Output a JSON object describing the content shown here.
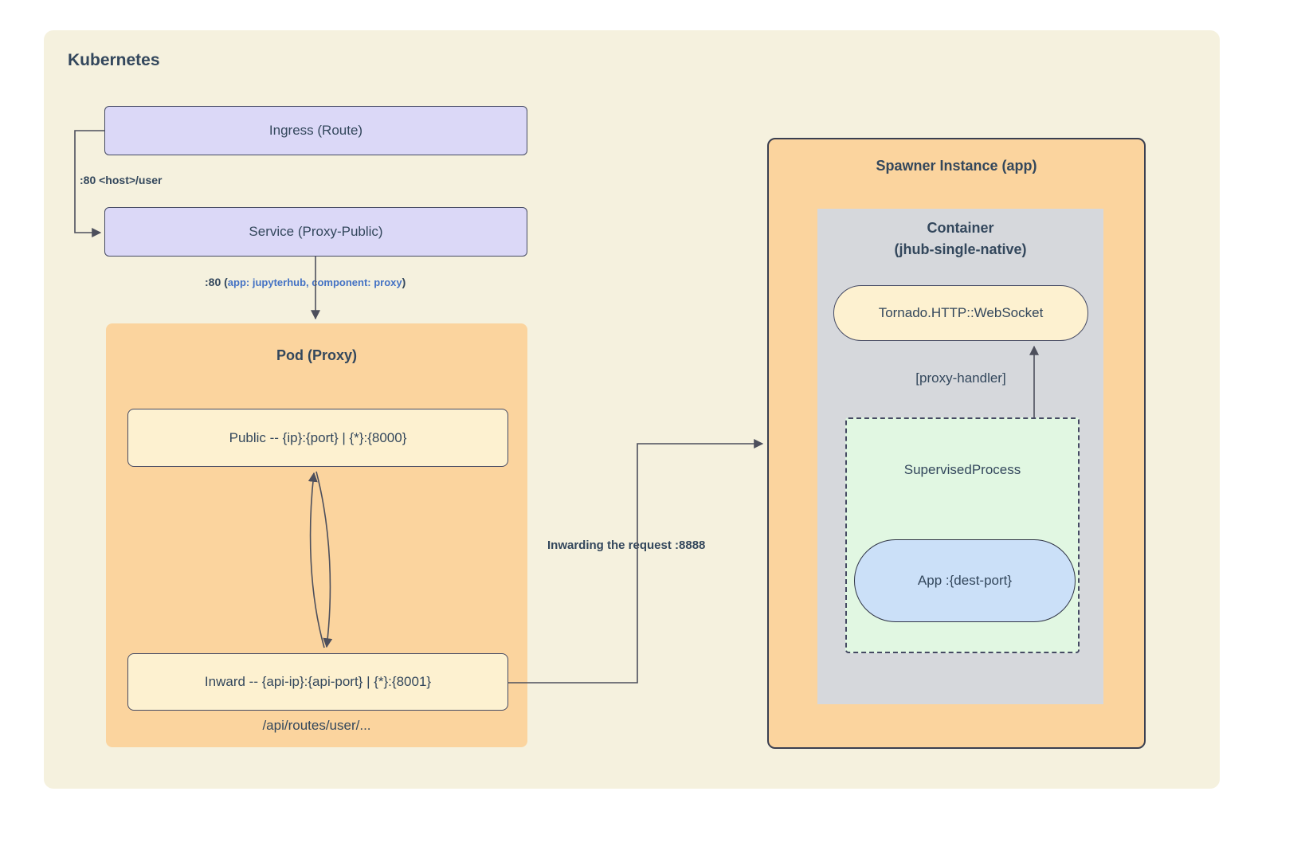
{
  "diagram": {
    "title": "Kubernetes",
    "nodes": {
      "ingress": "Ingress (Route)",
      "service": "Service (Proxy-Public)",
      "pod_title": "Pod (Proxy)",
      "public": "Public -- {ip}:{port} | {*}:{8000}",
      "inward": "Inward -- {api-ip}:{api-port} | {*}:{8001}",
      "routes_caption": "/api/routes/user/...",
      "spawner_title": "Spawner Instance (app)",
      "container_title_line1": "Container",
      "container_title_line2": "(jhub-single-native)",
      "websocket": "Tornado.HTTP::WebSocket",
      "proxy_handler": "[proxy-handler]",
      "supervised_process": "SupervisedProcess",
      "app": "App :{dest-port}"
    },
    "edges": {
      "ingress_to_service_label": ":80 <host>/user",
      "service_to_pod_prefix": ":80 (",
      "service_to_pod_highlight": "app: jupyterhub, component: proxy",
      "service_to_pod_suffix": ")",
      "inward_to_spawner_label": "Inwarding the request :8888"
    },
    "colors": {
      "frame_background": "#f5f1de",
      "lavender_node": "#dbd8f7",
      "orange_group": "#fbd49e",
      "cream_node": "#fdf1d0",
      "gray_container": "#d6d8dc",
      "green_dashed": "#e1f7e2",
      "blue_pill": "#cbe0f8",
      "edge_highlight_text": "#4472c4",
      "text": "#33475c",
      "connector": "#4d4f5c"
    }
  }
}
